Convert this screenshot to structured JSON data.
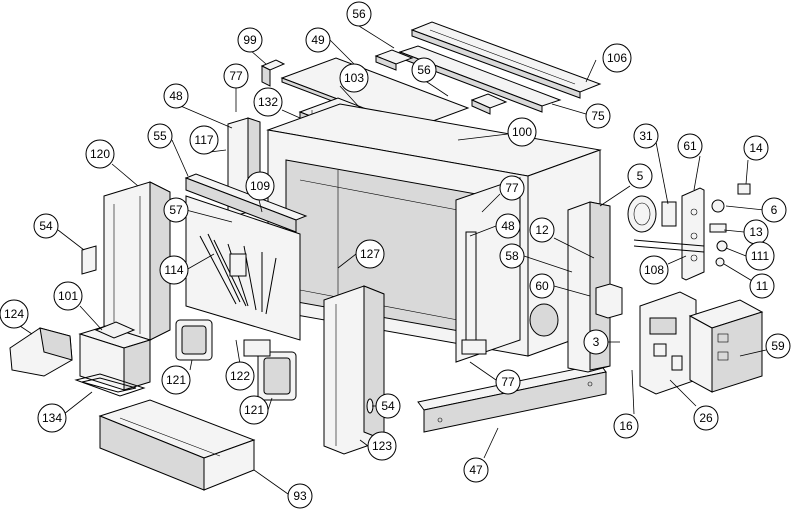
{
  "diagram": {
    "callouts": [
      {
        "id": "c56a",
        "label": "56"
      },
      {
        "id": "c99",
        "label": "99"
      },
      {
        "id": "c49",
        "label": "49"
      },
      {
        "id": "c106",
        "label": "106"
      },
      {
        "id": "c77a",
        "label": "77"
      },
      {
        "id": "c56b",
        "label": "56"
      },
      {
        "id": "c48a",
        "label": "48"
      },
      {
        "id": "c103",
        "label": "103"
      },
      {
        "id": "c132",
        "label": "132"
      },
      {
        "id": "c75",
        "label": "75"
      },
      {
        "id": "c117",
        "label": "117"
      },
      {
        "id": "c55",
        "label": "55"
      },
      {
        "id": "c100",
        "label": "100"
      },
      {
        "id": "c31",
        "label": "31"
      },
      {
        "id": "c61",
        "label": "61"
      },
      {
        "id": "c14",
        "label": "14"
      },
      {
        "id": "c120",
        "label": "120"
      },
      {
        "id": "c109",
        "label": "109"
      },
      {
        "id": "c77b",
        "label": "77"
      },
      {
        "id": "c5",
        "label": "5"
      },
      {
        "id": "c6",
        "label": "6"
      },
      {
        "id": "c57",
        "label": "57"
      },
      {
        "id": "c54a",
        "label": "54"
      },
      {
        "id": "c48b",
        "label": "48"
      },
      {
        "id": "c12",
        "label": "12"
      },
      {
        "id": "c13",
        "label": "13"
      },
      {
        "id": "c127",
        "label": "127"
      },
      {
        "id": "c111",
        "label": "111"
      },
      {
        "id": "c114",
        "label": "114"
      },
      {
        "id": "c58",
        "label": "58"
      },
      {
        "id": "c108",
        "label": "108"
      },
      {
        "id": "c101",
        "label": "101"
      },
      {
        "id": "c60",
        "label": "60"
      },
      {
        "id": "c11",
        "label": "11"
      },
      {
        "id": "c124",
        "label": "124"
      },
      {
        "id": "c3",
        "label": "3"
      },
      {
        "id": "c59",
        "label": "59"
      },
      {
        "id": "c121a",
        "label": "121"
      },
      {
        "id": "c122",
        "label": "122"
      },
      {
        "id": "c77c",
        "label": "77"
      },
      {
        "id": "c134",
        "label": "134"
      },
      {
        "id": "c121b",
        "label": "121"
      },
      {
        "id": "c54b",
        "label": "54"
      },
      {
        "id": "c16",
        "label": "16"
      },
      {
        "id": "c26",
        "label": "26"
      },
      {
        "id": "c123",
        "label": "123"
      },
      {
        "id": "c47",
        "label": "47"
      },
      {
        "id": "c93",
        "label": "93"
      }
    ]
  }
}
